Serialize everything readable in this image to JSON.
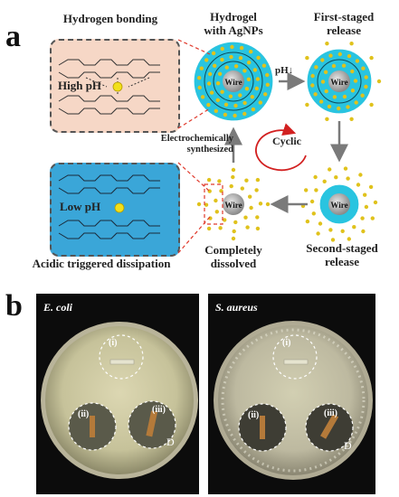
{
  "panel_a": {
    "letter": "a",
    "hydrogen_bonding": "Hydrogen bonding",
    "high_ph": "High pH",
    "hydrogel_title_line1": "Hydrogel",
    "hydrogel_title_line2": "with AgNPs",
    "first_release_line1": "First-staged",
    "first_release_line2": "release",
    "ph_down": "pH↓",
    "wire": "Wire",
    "electro_line1": "Electrochemically",
    "electro_line2": "synthesized",
    "cyclic": "Cyclic",
    "low_ph": "Low pH",
    "acidic": "Acidic triggered dissipation",
    "completely_line1": "Completely",
    "completely_line2": "dissolved",
    "second_release_line1": "Second-staged",
    "second_release_line2": "release"
  },
  "panel_b": {
    "letter": "b",
    "left_title": "E. coli",
    "right_title": "S. aureus",
    "roman_i": "(i)",
    "roman_ii": "(ii)",
    "roman_iii": "(iii)",
    "d_label": "D"
  },
  "colors": {
    "hydrogel_cyan": "#29c4e0",
    "particle_gold": "#e0c21c",
    "pink_box": "#f6d7c6",
    "blue_box": "#3aa6d8",
    "arrow_gray": "#7a7a7a",
    "cyclic_red": "#d22020"
  }
}
